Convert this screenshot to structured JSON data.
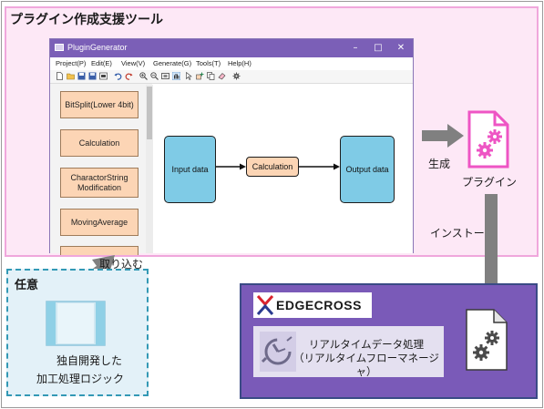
{
  "tool_area": {
    "title": "プラグイン作成支援ツール"
  },
  "window": {
    "title": "PluginGenerator",
    "controls": {
      "minimize": "–",
      "maximize": "□",
      "close": "✕"
    },
    "menu": [
      "Project(P)",
      "Edit(E)",
      "View(V)",
      "Generate(G)",
      "Tools(T)",
      "Help(H)"
    ]
  },
  "palette": {
    "items": [
      "BitSplit(Lower 4bit)",
      "Calculation",
      "CharactorString Modification",
      "MovingAverage"
    ]
  },
  "canvas": {
    "input": "Input data",
    "calc": "Calculation",
    "output": "Output data"
  },
  "generate_label": "生成",
  "plugin_label": "プラグイン",
  "install_label": "インストール",
  "import_label": "取り込む",
  "optional": {
    "title": "任意",
    "caption_line1": "独自開発した",
    "caption_line2": "加工処理ロジック"
  },
  "edgecross": {
    "logo_text": "EDGECROSS",
    "rt_line1": "リアルタイムデータ処理",
    "rt_line2": "（リアルタイムフローマネージャ）"
  },
  "colors": {
    "tool_area_bg": "#fde8f6",
    "tool_area_border": "#f0a7dc",
    "titlebar": "#7b5fb7",
    "node_blue": "#7fcbe6",
    "node_orange": "#fcd5b5",
    "plugin_pink": "#ee55c4",
    "edgecross_purple": "#7a5ab8",
    "optional_border": "#3399b5",
    "arrow_gray": "#808080"
  }
}
